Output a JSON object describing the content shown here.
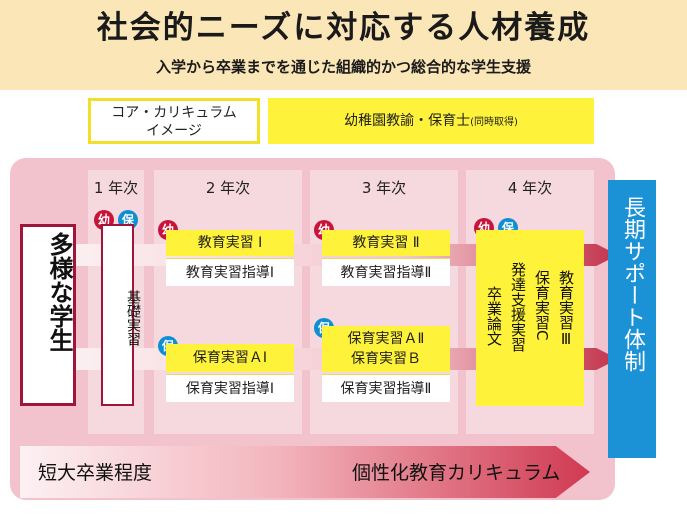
{
  "header": {
    "title": "社会的ニーズに対応する人材養成",
    "subtitle": "入学から卒業までを通じた組織的かつ総合的な学生支援"
  },
  "core": {
    "line1": "コア・カリキュラム",
    "line2": "イメージ",
    "license": "幼稚園教諭・保育士",
    "license_note": "(同時取得)"
  },
  "years": [
    "1 年次",
    "2 年次",
    "3 年次",
    "4 年次"
  ],
  "students": "多様な学生",
  "year1_course": "基礎実習",
  "badges": {
    "kindergarten": "幼",
    "nursery": "保"
  },
  "year2": {
    "kinder_course": "教育実習 Ⅰ",
    "kinder_guidance": "教育実習指導Ⅰ",
    "nursery_course": "保育実習ＡⅠ",
    "nursery_guidance": "保育実習指導Ⅰ"
  },
  "year3": {
    "kinder_course": "教育実習 Ⅱ",
    "kinder_guidance": "教育実習指導Ⅱ",
    "nursery_course_a": "保育実習ＡⅡ",
    "nursery_course_b": "保育実習Ｂ",
    "nursery_guidance": "保育実習指導Ⅱ"
  },
  "year4": {
    "courses": [
      "教育実習Ⅲ",
      "保育実習C",
      "発達支援実習",
      "卒業論文"
    ]
  },
  "support": "長期サポート体制",
  "bottom": {
    "left": "短大卒業程度",
    "right": "個性化教育カリキュラム"
  },
  "colors": {
    "header_bg": "#fbe6b8",
    "panel": "#f2c2cd",
    "highlight": "#fff23a",
    "crimson": "#a0163a",
    "blue": "#1b92d6"
  }
}
